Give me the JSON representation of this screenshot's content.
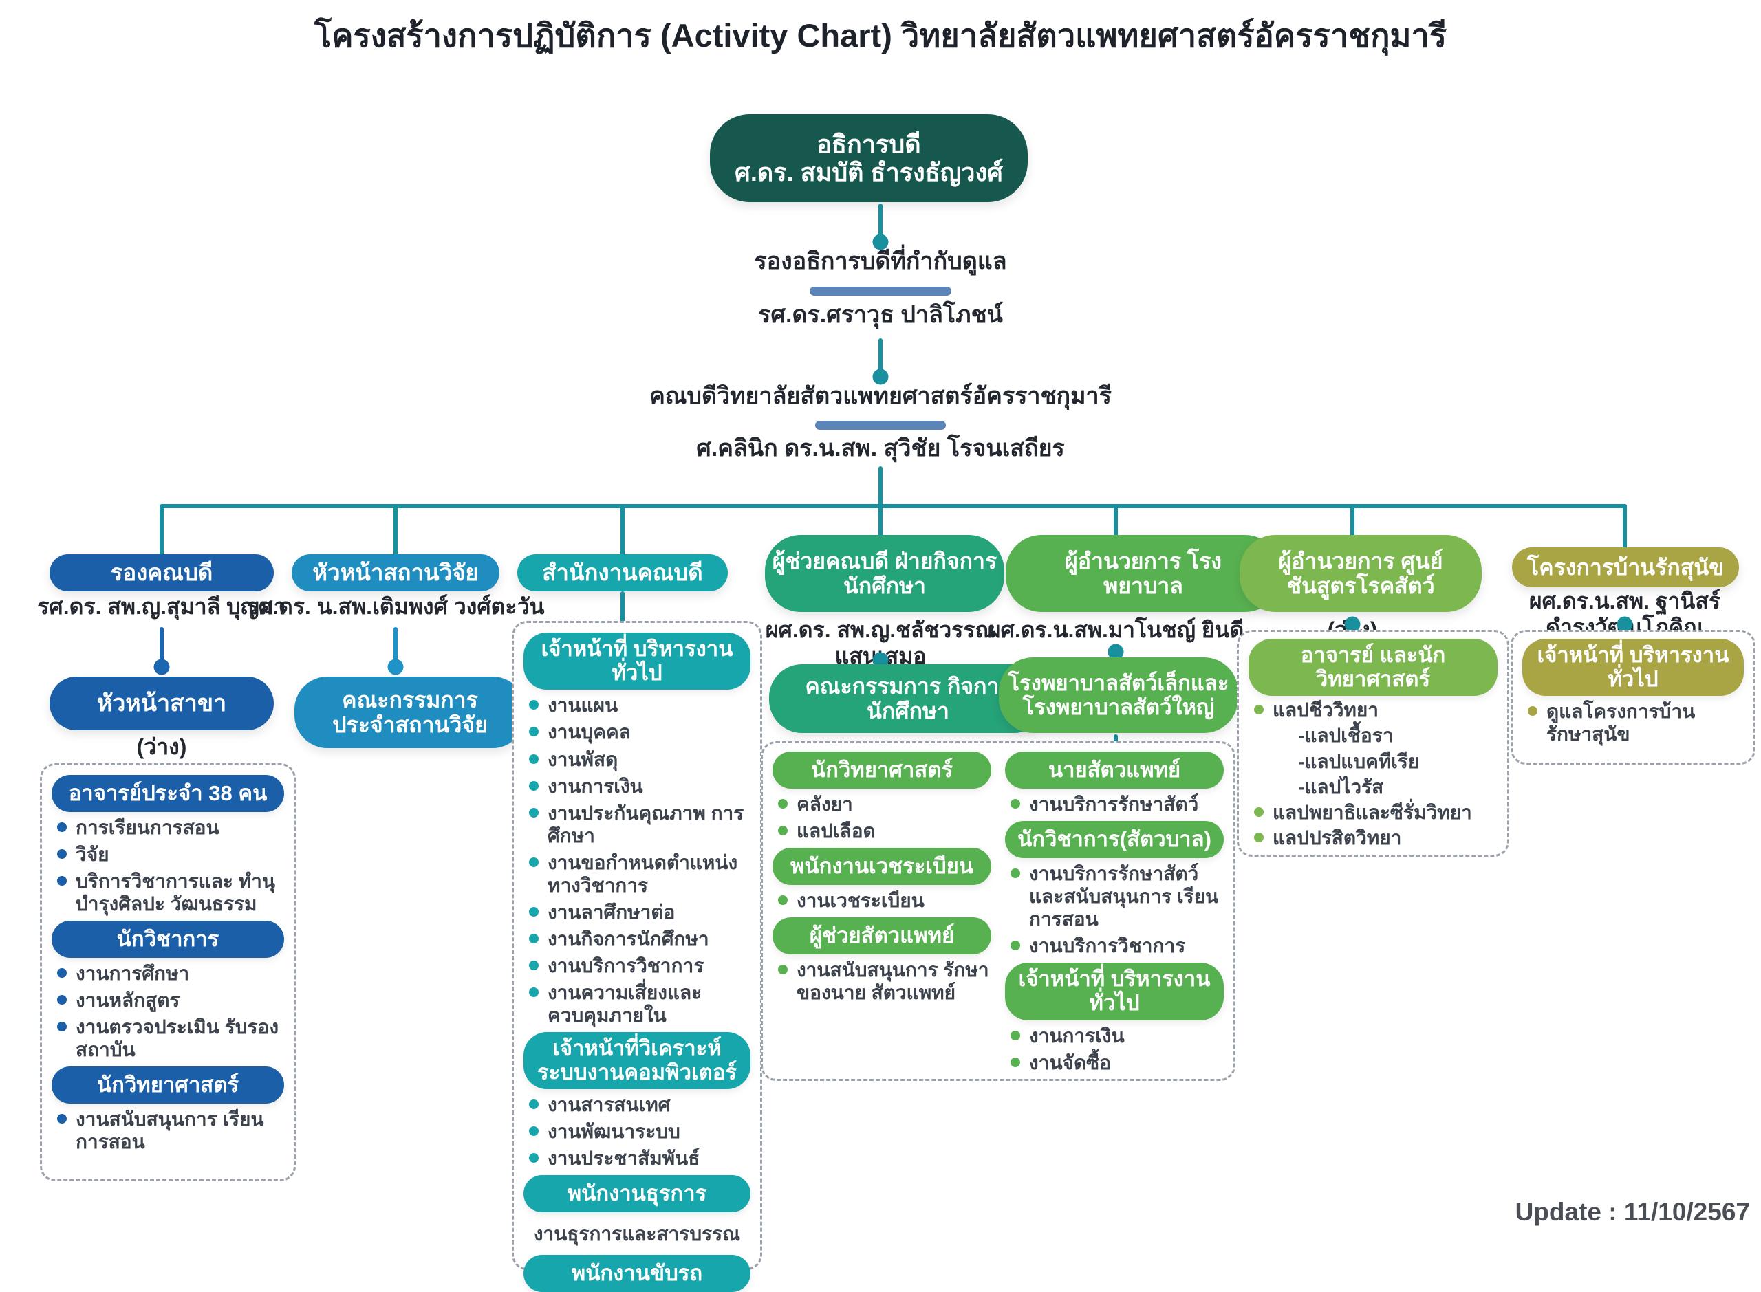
{
  "page": {
    "title": "โครงสร้างการปฏิบัติการ (Activity Chart) วิทยาลัยสัตวแพทยศาสตร์อัครราชกุมารี",
    "update": "Update : 11/10/2567"
  },
  "colors": {
    "connector": "#18909e",
    "divider_bar": "#5b84b8",
    "rector_bg": "#17584e",
    "deputy_dean": "#1a5fa8",
    "research": "#1f8dbf",
    "dean_office": "#16a6ac",
    "student_affairs": "#25a379",
    "hospital": "#58b151",
    "diagnostic_center": "#7cb750",
    "dog_project": "#a9a444",
    "body_text": "#3d434d"
  },
  "org": {
    "rector": {
      "title": "อธิการบดี",
      "name": "ศ.ดร. สมบัติ ธำรงธัญวงศ์"
    },
    "vice": {
      "title": "รองอธิการบดีที่กำกับดูแล",
      "name": "รศ.ดร.ศราวุธ ปาลิโภชน์"
    },
    "dean": {
      "title": "คณบดีวิทยาลัยสัตวแพทยศาสตร์อัครราชกุมารี",
      "name": "ศ.คลินิก ดร.น.สพ. สุวิชัย โรจนเสถียร"
    }
  },
  "cols": [
    {
      "head": "รองคณบดี",
      "name": "รศ.ดร. สพ.ญ.สุมาลี บุญมา",
      "sub": "หัวหน้าสาขา",
      "vacant": "(ว่าง)",
      "g0": {
        "pill": "อาจารย์ประจำ 38 คน",
        "items": [
          "การเรียนการสอน",
          "วิจัย",
          "บริการวิชาการและ ทำนุบำรุงศิลปะ วัฒนธรรม"
        ]
      },
      "g1": {
        "pill": "นักวิชาการ",
        "items": [
          "งานการศึกษา",
          "งานหลักสูตร",
          "งานตรวจประเมิน รับรองสถาบัน"
        ]
      },
      "g2": {
        "pill": "นักวิทยาศาสตร์",
        "items": [
          "งานสนับสนุนการ เรียนการสอน"
        ]
      }
    },
    {
      "head": "หัวหน้าสถานวิจัย",
      "name": "รศ.ดร. น.สพ.เติมพงศ์ วงศ์ตะวัน",
      "sub": "คณะกรรมการ ประจำสถานวิจัย"
    },
    {
      "head": "สำนักงานคณบดี",
      "g0": {
        "pill": "เจ้าหน้าที่ บริหารงานทั่วไป",
        "items": [
          "งานแผน",
          "งานบุคคล",
          "งานพัสดุ",
          "งานการเงิน",
          "งานประกันคุณภาพ การศึกษา",
          "งานขอกำหนดตำแหน่ง ทางวิชาการ",
          "งานลาศึกษาต่อ",
          "งานกิจการนักศึกษา",
          "งานบริการวิชาการ",
          "งานความเสี่ยงและ ควบคุมภายใน"
        ]
      },
      "g1": {
        "pill": "เจ้าหน้าที่วิเคราะห์ ระบบงานคอมพิวเตอร์",
        "items": [
          "งานสารสนเทศ",
          "งานพัฒนาระบบ",
          "งานประชาสัมพันธ์"
        ]
      },
      "g2": {
        "pill": "พนักงานธุรการ",
        "note": "งานธุรการและสารบรรณ"
      },
      "g3": {
        "pill": "พนักงานขับรถ"
      }
    },
    {
      "head": "ผู้ช่วยคณบดี ฝ่ายกิจการนักศึกษา",
      "name": "ผศ.ดร. สพ.ญ.ชลัชวรรณ แสนเสมอ",
      "sub": "คณะกรรมการ กิจการนักศึกษา",
      "g0": {
        "pill": "นักวิทยาศาสตร์",
        "items": [
          "คลังยา",
          "แลปเลือด"
        ]
      },
      "g1": {
        "pill": "พนักงานเวชระเบียน",
        "items": [
          "งานเวชระเบียน"
        ]
      },
      "g2": {
        "pill": "ผู้ช่วยสัตวแพทย์",
        "items": [
          "งานสนับสนุนการ รักษาของนาย สัตวแพทย์"
        ]
      }
    },
    {
      "head": "ผู้อำนวยการ โรงพยาบาล",
      "name": "ผศ.ดร.น.สพ.มาโนชญ์ ยินดี",
      "sub": "โรงพยาบาลสัตว์เล็กและ โรงพยาบาลสัตว์ใหญ่",
      "g0": {
        "pill": "นายสัตวแพทย์",
        "items": [
          "งานบริการรักษาสัตว์"
        ]
      },
      "g1": {
        "pill": "นักวิชาการ(สัตวบาล)",
        "items": [
          "งานบริการรักษาสัตว์ และสนับสนุนการ เรียนการสอน",
          "งานบริการวิชาการ"
        ]
      },
      "g2": {
        "pill": "เจ้าหน้าที่ บริหารงานทั่วไป",
        "items": [
          "งานการเงิน",
          "งานจัดซื้อ"
        ]
      }
    },
    {
      "head": "ผู้อำนวยการ ศูนย์ชันสูตรโรคสัตว์",
      "vacant": "(ว่าง)",
      "g0": {
        "pill": "อาจารย์ และนักวิทยาศาสตร์",
        "items": [
          "แลปชีววิทยา",
          "-แลปเชื้อรา",
          "-แลปแบคทีเรีย",
          "-แลปไวรัส",
          "แลปพยาธิและซีรั่มวิทยา",
          "แลปปรสิตวิทยา"
        ]
      }
    },
    {
      "head": "โครงการบ้านรักสุนัข",
      "name": "ผศ.ดร.น.สพ. ฐานิสร์ ดำรงวัฒนโภคิณ",
      "g0": {
        "pill": "เจ้าหน้าที่ บริหารงานทั่วไป",
        "items": [
          "ดูแลโครงการบ้าน รักษาสุนัข"
        ]
      }
    }
  ]
}
